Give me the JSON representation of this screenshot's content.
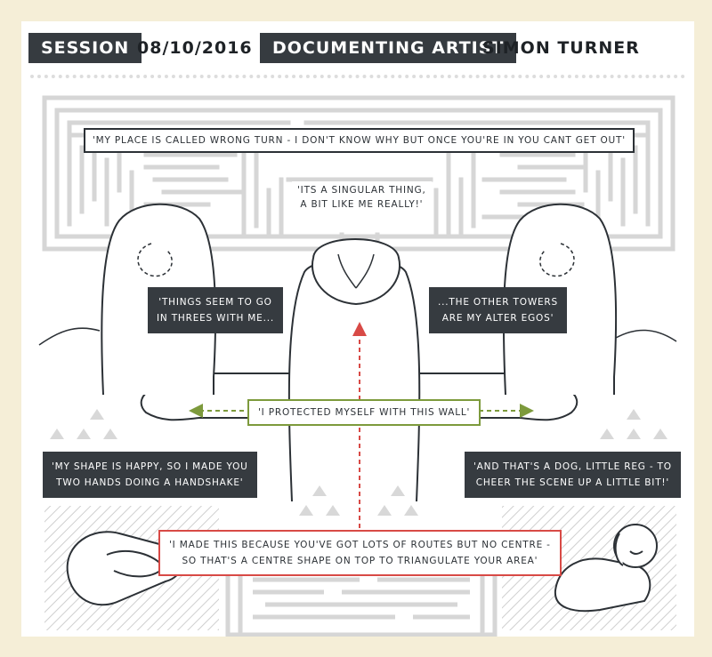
{
  "header": {
    "session_label": "SESSION",
    "date": "08/10/2016",
    "role_label": "DOCUMENTING ARTIST",
    "artist_name": "SIMON TURNER"
  },
  "quotes": {
    "wrong_turn": "'MY PLACE IS CALLED WRONG TURN - I DON'T KNOW WHY BUT ONCE YOU'RE IN YOU CANT GET OUT'",
    "singular_1": "'ITS A SINGULAR THING,",
    "singular_2": "A BIT LIKE ME REALLY!'",
    "threes_1": "'THINGS SEEM TO GO",
    "threes_2": "IN THREES WITH ME...",
    "alter_1": "...THE OTHER TOWERS",
    "alter_2": "ARE MY ALTER EGOS'",
    "wall": "'I PROTECTED MYSELF WITH THIS WALL'",
    "handshake_1": "'MY SHAPE IS HAPPY, SO I MADE YOU",
    "handshake_2": "TWO HANDS DOING A HANDSHAKE'",
    "dog_1": "'AND THAT'S A DOG, LITTLE REG - TO",
    "dog_2": "CHEER THE SCENE UP A LITTLE BIT!'",
    "centre_1": "'I MADE THIS BECAUSE YOU'VE GOT LOTS OF ROUTES BUT NO CENTRE -",
    "centre_2": "SO THAT'S A CENTRE SHAPE ON TOP TO TRIANGULATE YOUR AREA'"
  },
  "colors": {
    "page_bg": "#f5eed7",
    "dark_box": "#363b40",
    "maze": "#d6d6d6",
    "green_arrow": "#7d9a3c",
    "red_arrow": "#d84a46"
  }
}
